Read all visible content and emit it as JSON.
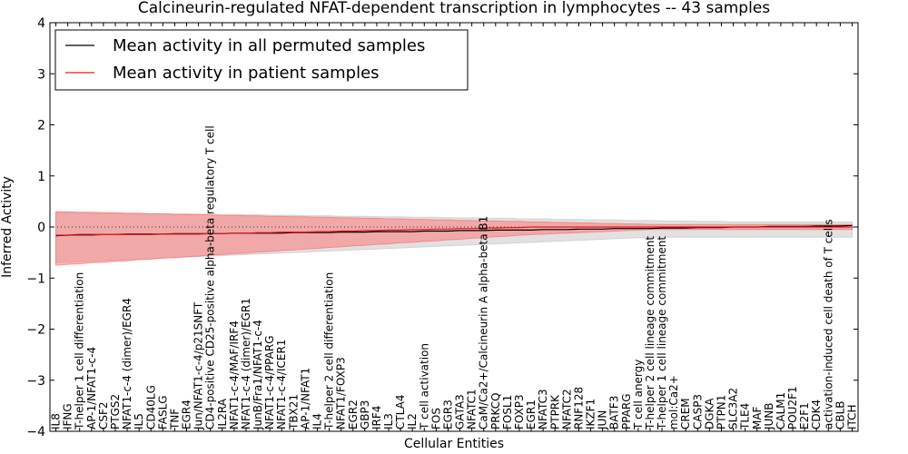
{
  "chart_data": {
    "type": "line",
    "title": "Calcineurin-regulated NFAT-dependent transcription in lymphocytes -- 43 samples",
    "xlabel": "Cellular Entities",
    "ylabel": "Inferred Activity",
    "ylim": [
      -4,
      4
    ],
    "yticks": [
      -4,
      -3,
      -2,
      -1,
      0,
      1,
      2,
      3,
      4
    ],
    "grid": false,
    "legend_position": "top-left",
    "reference_line": 0,
    "categories": [
      "IL8",
      "IFNG",
      "T-helper 1 cell differentiation",
      "AP-1/NFAT1-c-4",
      "CSF2",
      "PTGS2",
      "NFAT1-c-4 (dimer)/EGR4",
      "IL5",
      "CD40LG",
      "FASLG",
      "TNF",
      "EGR4",
      "Jun/NFAT1-c-4/p21SNFT",
      "CD4-positive CD25-positive alpha-beta regulatory T cell",
      "IL2RA",
      "NFAT1-c-4/MAF/IRF4",
      "NFAT1-c-4 (dimer)/EGR1",
      "JunB/Fra1/NFAT1-c-4",
      "NFAT1-c-4/PPARG",
      "NFAT1-c-4/ICER1",
      "TBX21",
      "AP-1/NFAT1",
      "IL4",
      "T-helper 2 cell differentiation",
      "NFAT1/FOXP3",
      "EGR2",
      "GBP3",
      "IRF4",
      "IL3",
      "CTLA4",
      "IL2",
      "T cell activation",
      "FOS",
      "EGR3",
      "GATA3",
      "NFATC1",
      "CaM/Ca2+/Calcineurin A alpha-beta B1",
      "PRKCQ",
      "FOSL1",
      "FOXP3",
      "EGR1",
      "NFATC3",
      "PTPRK",
      "NFATC2",
      "RNF128",
      "IKZF1",
      "JUN",
      "BATF3",
      "PPARG",
      "T cell anergy",
      "T-helper 2 cell lineage commitment",
      "T-helper 1 cell lineage commitment",
      "mol:Ca2+",
      "CREM",
      "CASP3",
      "DGKA",
      "PTPN1",
      "SLC3A2",
      "TLE4",
      "MAF",
      "JUNB",
      "CALM1",
      "POU2F1",
      "E2F1",
      "CDK4",
      "activation-induced cell death of T cells",
      "CBLB",
      "ITCH"
    ],
    "series": [
      {
        "name": "Mean activity in all permuted samples",
        "color": "#000000",
        "band_color": "#c8c8c8",
        "values": [
          -0.17,
          -0.16,
          -0.15,
          -0.15,
          -0.15,
          -0.15,
          -0.14,
          -0.14,
          -0.14,
          -0.14,
          -0.13,
          -0.13,
          -0.13,
          -0.13,
          -0.13,
          -0.12,
          -0.12,
          -0.12,
          -0.12,
          -0.12,
          -0.11,
          -0.11,
          -0.11,
          -0.11,
          -0.1,
          -0.1,
          -0.1,
          -0.09,
          -0.09,
          -0.09,
          -0.09,
          -0.08,
          -0.08,
          -0.08,
          -0.07,
          -0.07,
          -0.07,
          -0.06,
          -0.06,
          -0.06,
          -0.06,
          -0.05,
          -0.05,
          -0.05,
          -0.04,
          -0.04,
          -0.04,
          -0.03,
          -0.03,
          -0.03,
          -0.03,
          -0.02,
          -0.02,
          -0.02,
          -0.01,
          -0.01,
          -0.01,
          0.0,
          0.0,
          0.0,
          0.01,
          0.01,
          0.01,
          0.01,
          0.02,
          0.02,
          0.02,
          0.03
        ],
        "band_lower": [
          -0.7,
          -0.69,
          -0.68,
          -0.67,
          -0.66,
          -0.65,
          -0.64,
          -0.63,
          -0.62,
          -0.61,
          -0.6,
          -0.59,
          -0.58,
          -0.57,
          -0.56,
          -0.55,
          -0.54,
          -0.53,
          -0.52,
          -0.51,
          -0.5,
          -0.49,
          -0.48,
          -0.47,
          -0.46,
          -0.45,
          -0.44,
          -0.43,
          -0.42,
          -0.41,
          -0.4,
          -0.39,
          -0.38,
          -0.37,
          -0.36,
          -0.35,
          -0.34,
          -0.33,
          -0.32,
          -0.31,
          -0.3,
          -0.29,
          -0.28,
          -0.27,
          -0.26,
          -0.25,
          -0.24,
          -0.23,
          -0.22,
          -0.21,
          -0.2,
          -0.2,
          -0.2,
          -0.2,
          -0.2,
          -0.2,
          -0.2,
          -0.2,
          -0.2,
          -0.2,
          -0.2,
          -0.2,
          -0.2,
          -0.2,
          -0.2,
          -0.2,
          -0.2,
          -0.2
        ],
        "band_upper": [
          0.28,
          0.28,
          0.28,
          0.27,
          0.27,
          0.27,
          0.26,
          0.26,
          0.26,
          0.26,
          0.25,
          0.25,
          0.25,
          0.25,
          0.24,
          0.24,
          0.24,
          0.24,
          0.23,
          0.23,
          0.23,
          0.22,
          0.22,
          0.22,
          0.21,
          0.21,
          0.21,
          0.2,
          0.2,
          0.2,
          0.19,
          0.19,
          0.19,
          0.18,
          0.18,
          0.18,
          0.17,
          0.17,
          0.17,
          0.16,
          0.16,
          0.16,
          0.15,
          0.15,
          0.15,
          0.14,
          0.14,
          0.14,
          0.13,
          0.13,
          0.13,
          0.12,
          0.12,
          0.12,
          0.11,
          0.11,
          0.11,
          0.1,
          0.1,
          0.1,
          0.1,
          0.1,
          0.1,
          0.1,
          0.1,
          0.1,
          0.1,
          0.1
        ]
      },
      {
        "name": "Mean activity in patient samples",
        "color": "#e41a1c",
        "band_color": "#ff7070",
        "values": [
          -0.16,
          -0.16,
          -0.16,
          -0.16,
          -0.15,
          -0.15,
          -0.15,
          -0.15,
          -0.15,
          -0.14,
          -0.14,
          -0.14,
          -0.14,
          -0.13,
          -0.13,
          -0.12,
          -0.12,
          -0.11,
          -0.11,
          -0.1,
          -0.1,
          -0.1,
          -0.09,
          -0.09,
          -0.08,
          -0.08,
          -0.07,
          -0.07,
          -0.06,
          -0.06,
          -0.05,
          -0.05,
          -0.04,
          -0.04,
          -0.03,
          -0.03,
          -0.02,
          -0.02,
          -0.01,
          -0.01,
          0.0,
          0.0,
          0.0,
          0.0,
          0.0,
          0.0,
          0.0,
          0.0,
          0.0,
          0.0,
          0.0,
          0.0,
          0.0,
          0.0,
          0.0,
          0.0,
          0.0,
          0.0,
          0.0,
          0.0,
          0.0,
          0.0,
          0.0,
          0.0,
          0.0,
          0.0,
          0.0,
          0.0
        ],
        "band_lower": [
          -0.75,
          -0.73,
          -0.72,
          -0.7,
          -0.69,
          -0.67,
          -0.66,
          -0.64,
          -0.63,
          -0.61,
          -0.6,
          -0.58,
          -0.57,
          -0.55,
          -0.54,
          -0.52,
          -0.51,
          -0.49,
          -0.48,
          -0.46,
          -0.45,
          -0.43,
          -0.42,
          -0.4,
          -0.39,
          -0.37,
          -0.36,
          -0.34,
          -0.33,
          -0.31,
          -0.3,
          -0.28,
          -0.27,
          -0.25,
          -0.24,
          -0.22,
          -0.21,
          -0.19,
          -0.18,
          -0.16,
          -0.15,
          -0.14,
          -0.13,
          -0.12,
          -0.11,
          -0.1,
          -0.09,
          -0.08,
          -0.07,
          -0.06,
          -0.05,
          -0.05,
          -0.05,
          -0.05,
          -0.05,
          -0.05,
          -0.05,
          -0.05,
          -0.05,
          -0.05,
          -0.05,
          -0.05,
          -0.05,
          -0.05,
          -0.05,
          -0.05,
          -0.05,
          -0.05
        ],
        "band_upper": [
          0.3,
          0.3,
          0.29,
          0.29,
          0.28,
          0.28,
          0.27,
          0.27,
          0.26,
          0.26,
          0.25,
          0.25,
          0.24,
          0.24,
          0.23,
          0.23,
          0.22,
          0.22,
          0.21,
          0.21,
          0.2,
          0.2,
          0.19,
          0.19,
          0.18,
          0.18,
          0.17,
          0.17,
          0.16,
          0.16,
          0.15,
          0.15,
          0.14,
          0.14,
          0.13,
          0.13,
          0.12,
          0.12,
          0.11,
          0.11,
          0.1,
          0.1,
          0.09,
          0.09,
          0.08,
          0.08,
          0.07,
          0.07,
          0.06,
          0.06,
          0.05,
          0.05,
          0.05,
          0.05,
          0.05,
          0.05,
          0.05,
          0.05,
          0.05,
          0.05,
          0.05,
          0.05,
          0.05,
          0.05,
          0.05,
          0.05,
          0.05,
          0.05
        ]
      }
    ]
  }
}
